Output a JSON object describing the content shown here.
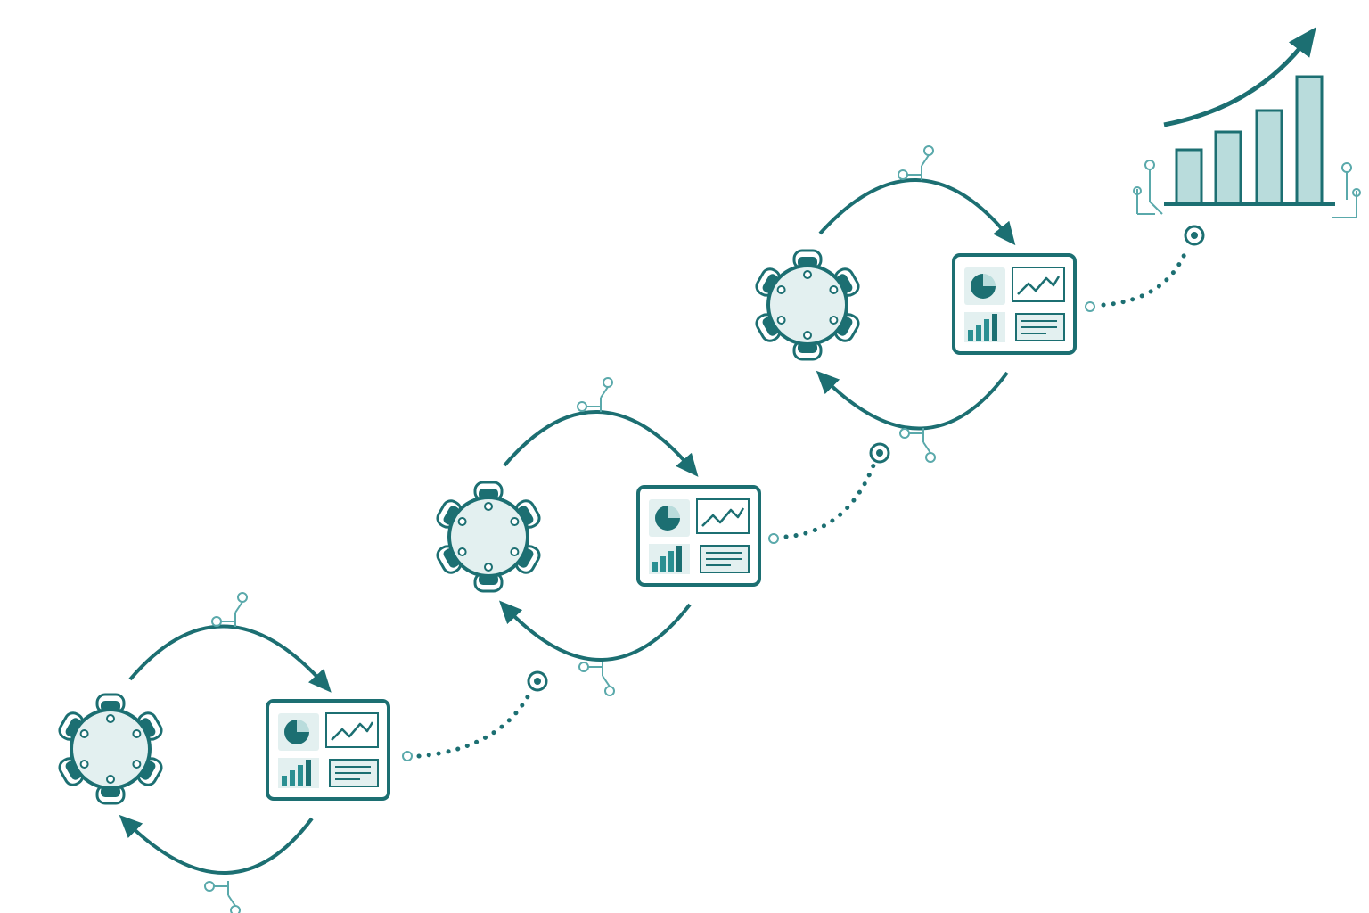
{
  "colors": {
    "primary": "#1c6f72",
    "accent": "#2a8f92",
    "fill_light": "#e3f0f0",
    "fill_mid": "#b9dcdc",
    "connector": "#5aa9ab",
    "background": "#ffffff"
  },
  "icons": {
    "meeting": "round-table-meeting-icon",
    "dashboard": "analytics-dashboard-icon",
    "cycle_arrow": "cycle-arrow-icon",
    "path": "dotted-path",
    "growth": "growth-bar-chart-icon",
    "circuit": "circuit-node-icon"
  },
  "stages": [
    {
      "id": "stage-1",
      "cycle": [
        "meeting",
        "dashboard"
      ]
    },
    {
      "id": "stage-2",
      "cycle": [
        "meeting",
        "dashboard"
      ]
    },
    {
      "id": "stage-3",
      "cycle": [
        "meeting",
        "dashboard"
      ]
    }
  ],
  "growth_chart": {
    "bars": 4,
    "trend": "up"
  }
}
